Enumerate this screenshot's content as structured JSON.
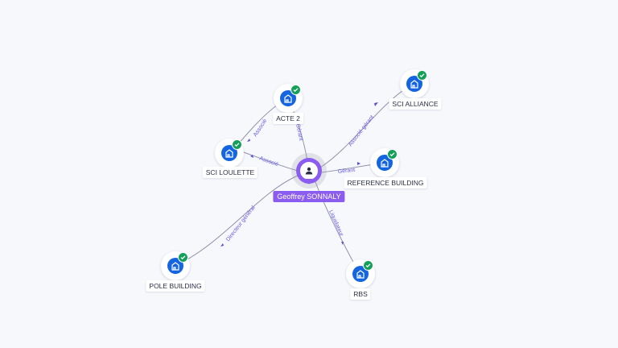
{
  "center": {
    "name": "Geoffrey SONNALY",
    "icon": "person-icon",
    "color": "#8a5cf0"
  },
  "companies": [
    {
      "id": "acte2",
      "name": "ACTE 2",
      "icon": "building-icon",
      "verified": true,
      "relation": "Gérant"
    },
    {
      "id": "sci-loulette",
      "name": "SCI LOULETTE",
      "icon": "building-icon",
      "verified": true,
      "relation": "Associé"
    },
    {
      "id": "sci-alliance",
      "name": "SCI ALLIANCE",
      "icon": "building-icon",
      "verified": true,
      "relation": "Associé-gérant"
    },
    {
      "id": "reference-building",
      "name": "REFERENCE BUILDING",
      "icon": "building-icon",
      "verified": true,
      "relation": "Gérant"
    },
    {
      "id": "pole-building",
      "name": "POLE BUILDING",
      "icon": "building-icon",
      "verified": true,
      "relation": "Directeur général"
    },
    {
      "id": "rbs",
      "name": "RBS",
      "icon": "building-icon",
      "verified": true,
      "relation": "Liquidateur"
    }
  ],
  "links": [
    {
      "from": "acte2",
      "to": "sci-loulette",
      "relation": "Associé"
    }
  ],
  "colors": {
    "node": "#1565e0",
    "verified": "#15a05a",
    "relation_text": "#6b5ce0",
    "edge": "#8f93a8"
  }
}
